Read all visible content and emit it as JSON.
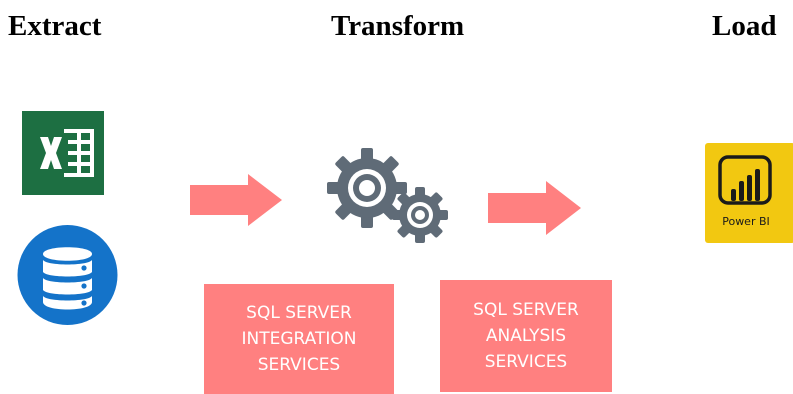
{
  "headings": {
    "extract": "Extract",
    "transform": "Transform",
    "load": "Load"
  },
  "icons": {
    "excel": "excel-icon",
    "database": "database-icon",
    "gears": "gears-icon",
    "powerbi": "powerbi-icon",
    "arrow": "right-arrow-icon"
  },
  "powerbi": {
    "label": "Power BI"
  },
  "boxes": {
    "ssis": [
      "SQL SERVER",
      "INTEGRATION",
      "SERVICES"
    ],
    "ssas": [
      "SQL SERVER",
      "ANALYSIS",
      "SERVICES"
    ]
  },
  "colors": {
    "arrow": "#ff8080",
    "box": "#ff8080",
    "excel_green": "#1d6f42",
    "database_blue": "#1473c9",
    "gear_gray": "#5f6b77",
    "powerbi_yellow": "#f2c811"
  }
}
